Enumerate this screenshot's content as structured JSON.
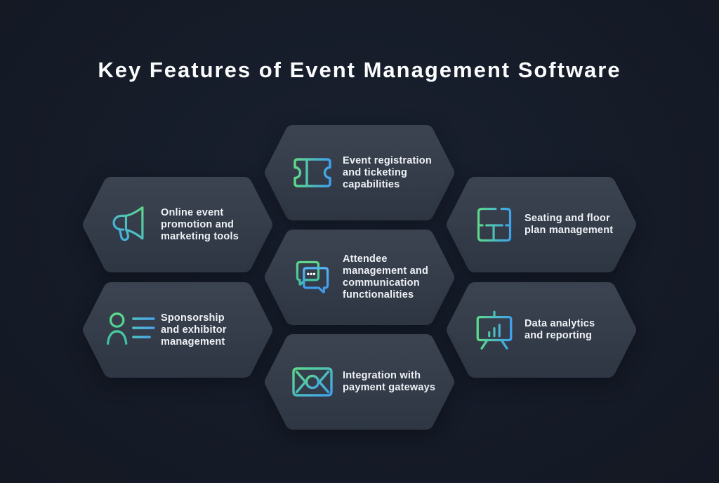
{
  "title": "Key Features of Event Management Software",
  "colors": {
    "background": "#151b27",
    "card_top": "#3b4351",
    "card_bottom": "#2f3744",
    "accent_green": "#5dd989",
    "accent_blue": "#3fa2ee",
    "accent_teal": "#3dbfa6",
    "text": "#eef1f5",
    "title_text": "#fbfcfd"
  },
  "cards": [
    {
      "icon": "ticket-icon",
      "label": "Event registration\nand ticketing\ncapabilities"
    },
    {
      "icon": "megaphone-icon",
      "label": "Online event\npromotion and\nmarketing tools"
    },
    {
      "icon": "floor-plan-icon",
      "label": "Seating and floor\nplan management"
    },
    {
      "icon": "chat-bubbles-icon",
      "label": "Attendee\nmanagement and\ncommunication\nfunctionalities"
    },
    {
      "icon": "person-list-icon",
      "label": "Sponsorship\nand exhibitor\nmanagement"
    },
    {
      "icon": "analytics-board-icon",
      "label": "Data analytics\nand reporting"
    },
    {
      "icon": "banknote-icon",
      "label": "Integration with\npayment gateways"
    }
  ]
}
